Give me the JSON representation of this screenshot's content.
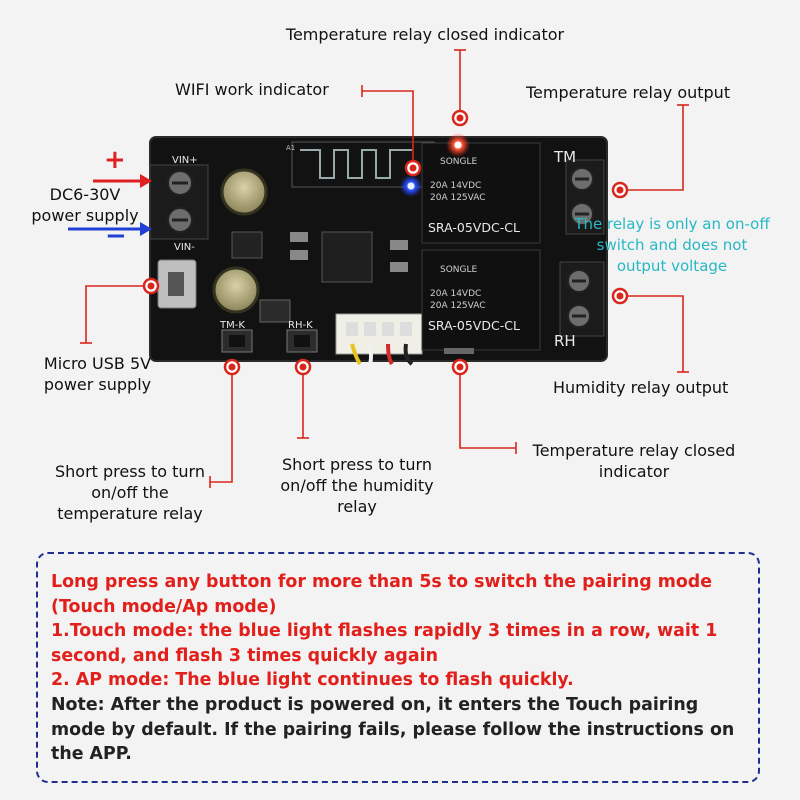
{
  "labels": {
    "temp_closed_top": "Temperature relay closed indicator",
    "wifi_indicator": "WIFI work indicator",
    "temp_output": "Temperature relay output",
    "dc_power": "DC6-30V\npower supply",
    "plus_sign": "+",
    "minus_sign": "−",
    "relay_note": "The relay is only an on-off switch and does not output voltage",
    "usb_power": "Micro USB 5V\npower supply",
    "humidity_output": "Humidity relay output",
    "temp_closed_bottom": "Temperature relay closed\nindicator",
    "tm_button": "Short press to turn\non/off the\ntemperature relay",
    "rh_button": "Short press to turn\non/off the humidity\nrelay"
  },
  "board": {
    "vin_plus": "VIN+",
    "vin_minus": "VIN-",
    "tm_label": "TM",
    "rh_label": "RH",
    "tm_k": "TM-K",
    "rh_k": "RH-K",
    "antenna_label": "A1",
    "relay_top": {
      "brand": "SONGLE",
      "rating1": "20A 14VDC",
      "rating2": "20A 125VAC",
      "model": "SRA-05VDC-CL"
    },
    "relay_bottom": {
      "brand": "SONGLE",
      "rating1": "20A 14VDC",
      "rating2": "20A 125VAC",
      "model": "SRA-05VDC-CL"
    }
  },
  "notes": {
    "line1": "Long press any button for more than 5s to switch the pairing mode (Touch mode/Ap mode)",
    "line2": "1.Touch mode: the blue light flashes rapidly 3 times in a row, wait 1 second, and flash 3 times quickly again",
    "line3": "2. AP mode: The blue light continues to flash quickly.",
    "line4": "Note: After the product is powered on, it enters the Touch pairing mode by default. If the pairing fails, please follow the instructions on the APP."
  },
  "colors": {
    "callout": "#d9261c",
    "note_red": "#e1201c",
    "note_cyan": "#27b8c4",
    "plus": "#e02020",
    "minus": "#1f3fd6",
    "pcb": "#121212",
    "box_border": "#1e2f8f"
  }
}
